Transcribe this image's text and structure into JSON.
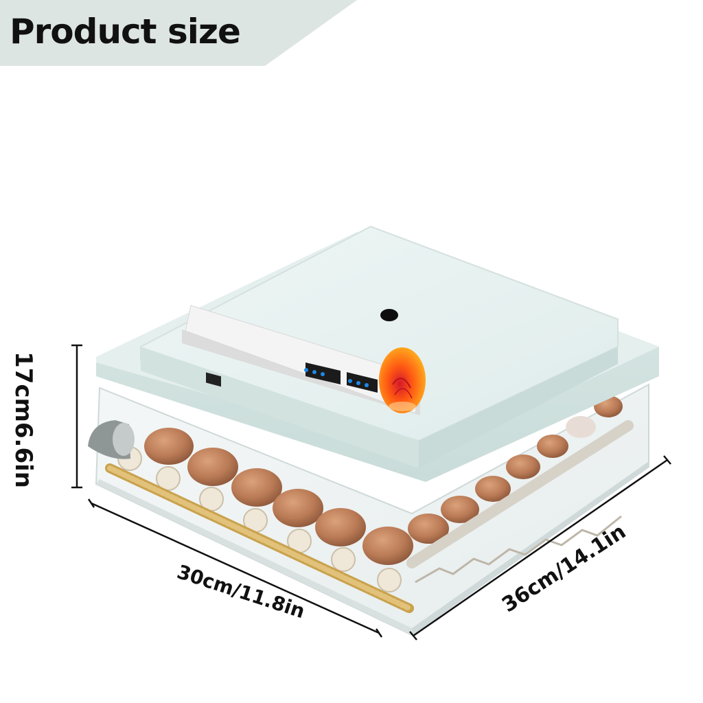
{
  "header": {
    "title": "Product size"
  },
  "dimensions": {
    "height": "17cm6.6in",
    "width": "30cm/11.8in",
    "depth": "36cm/14.1in"
  },
  "label_panel": {
    "title": "Full Automatic Incubator"
  },
  "colors": {
    "banner": "#dde5e2",
    "lid": "#e9f2f1",
    "egg_light": "#ff7a12"
  }
}
